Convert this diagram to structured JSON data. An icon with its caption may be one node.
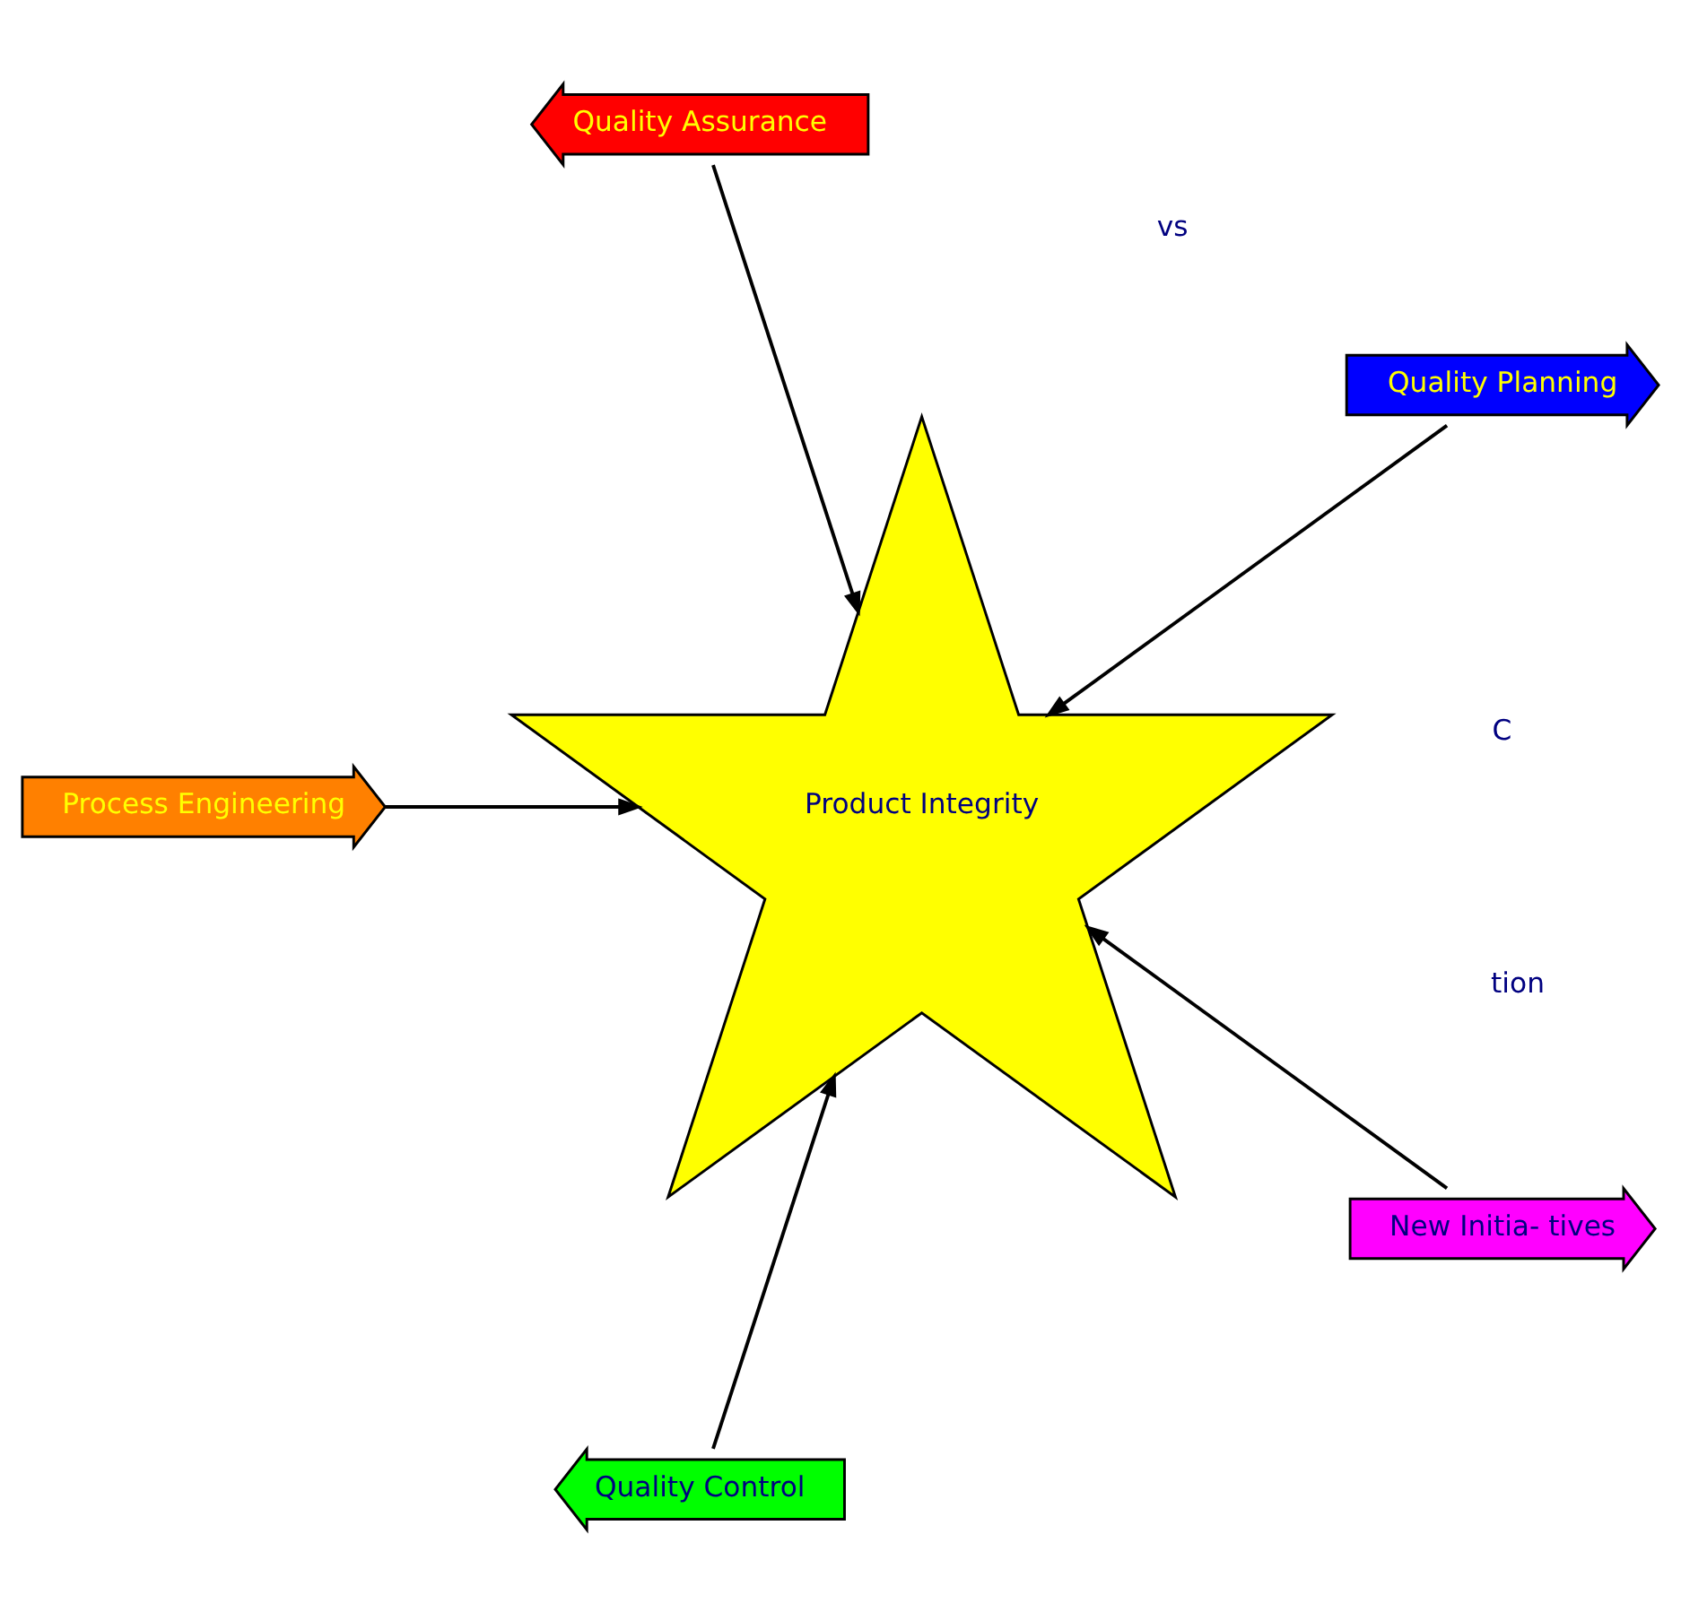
{
  "diagram": {
    "nodes": [
      {
        "text": [
          "Product Integrity"
        ]
      },
      {
        "text": [
          "Quality Planning"
        ]
      },
      {
        "text": [
          "Quality Assurance"
        ]
      },
      {
        "text": [
          "Process Engineering"
        ]
      },
      {
        "text": [
          "Quality Control"
        ]
      },
      {
        "text": [
          "New Initia- tives"
        ]
      }
    ],
    "edges": [
      {
        "from": 1,
        "to": 0,
        "arrow": "to"
      },
      {
        "from": 2,
        "to": 0,
        "arrow": "to"
      },
      {
        "from": 3,
        "to": 0,
        "arrow": "to"
      },
      {
        "from": 4,
        "to": 0,
        "arrow": "to"
      },
      {
        "from": 5,
        "to": 0,
        "arrow": "to"
      }
    ],
    "labels": [
      "vs",
      "tion",
      "C"
    ]
  }
}
